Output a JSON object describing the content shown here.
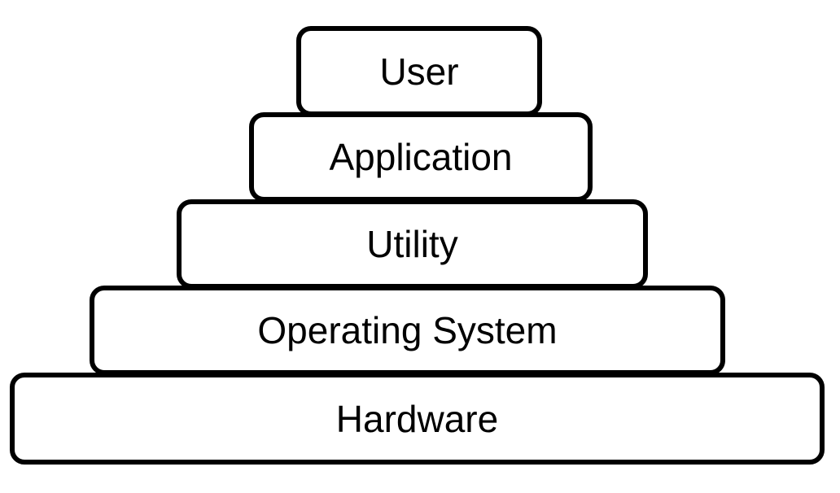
{
  "diagram": {
    "layers": [
      {
        "label": "User"
      },
      {
        "label": "Application"
      },
      {
        "label": "Utility"
      },
      {
        "label": "Operating System"
      },
      {
        "label": "Hardware"
      }
    ]
  }
}
